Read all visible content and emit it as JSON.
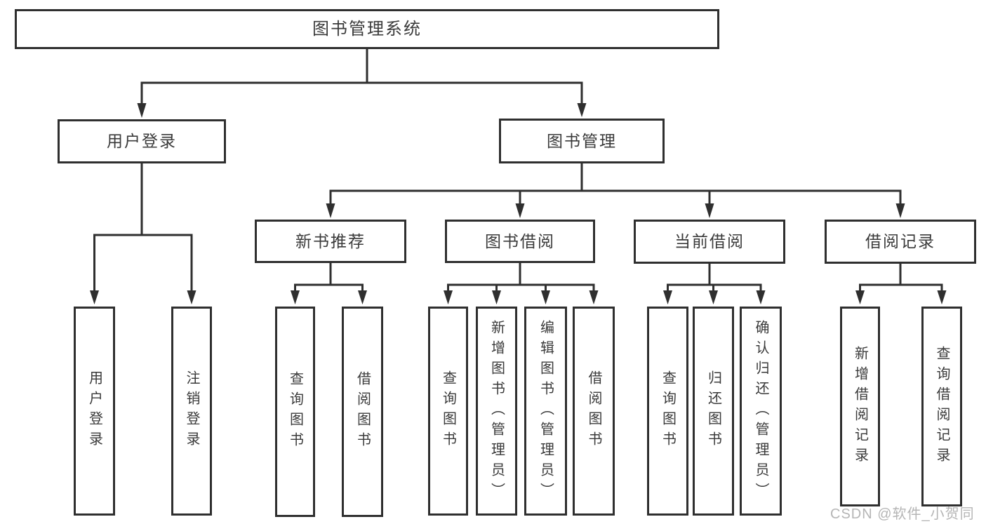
{
  "diagram": {
    "root": {
      "label": "图书管理系统"
    },
    "level2": {
      "user_login": {
        "label": "用户登录"
      },
      "book_mgmt": {
        "label": "图书管理"
      }
    },
    "level3": {
      "new_book_rec": {
        "label": "新书推荐"
      },
      "book_borrow": {
        "label": "图书借阅"
      },
      "current_borrow": {
        "label": "当前借阅"
      },
      "borrow_records": {
        "label": "借阅记录"
      }
    },
    "leaves": {
      "user_login": {
        "label": "用户登录"
      },
      "logout": {
        "label": "注销登录"
      },
      "query_book_1": {
        "label": "查询图书"
      },
      "borrow_book_1": {
        "label": "借阅图书"
      },
      "query_book_2": {
        "label": "查询图书"
      },
      "add_book": {
        "label": "新增图书（管理员）"
      },
      "edit_book": {
        "label": "编辑图书（管理员）"
      },
      "borrow_book_2": {
        "label": "借阅图书"
      },
      "query_book_3": {
        "label": "查询图书"
      },
      "return_book": {
        "label": "归还图书"
      },
      "confirm_return": {
        "label": "确认归还（管理员）"
      },
      "add_record": {
        "label": "新增借阅记录"
      },
      "query_record": {
        "label": "查询借阅记录"
      }
    },
    "colors": {
      "line": "#2f2f2f",
      "text": "#3a3a3a",
      "background": "#ffffff",
      "watermark": "#b5b5b5"
    }
  },
  "watermark": {
    "text": "CSDN @软件_小贺同学"
  }
}
